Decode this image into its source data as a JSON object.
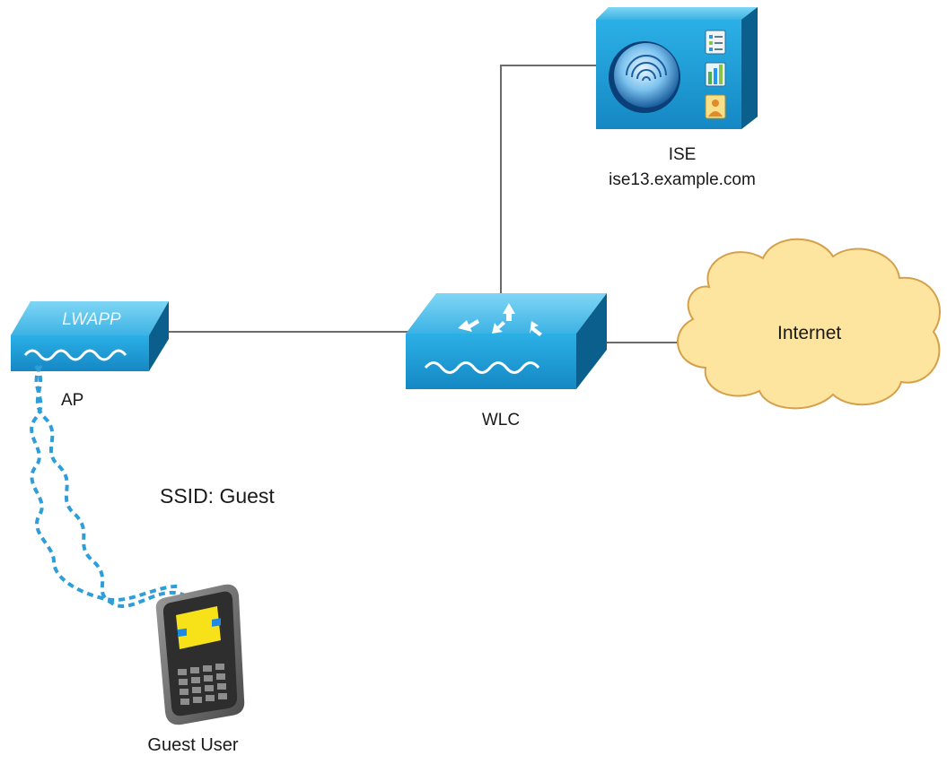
{
  "ise": {
    "name": "ISE",
    "hostname": "ise13.example.com"
  },
  "ap": {
    "label": "AP",
    "badge": "LWAPP"
  },
  "wlc": {
    "label": "WLC"
  },
  "internet": {
    "label": "Internet"
  },
  "ssid": {
    "label": "SSID: Guest"
  },
  "client": {
    "label": "Guest User"
  },
  "colors": {
    "device_blue": "#1fa0d8",
    "device_top": "#5cc6ef",
    "device_side": "#0e74a8",
    "cloud_fill": "#fde5a0",
    "cloud_stroke": "#d4a04a",
    "link": "#666666",
    "phone_screen": "#f7e21a"
  },
  "icons": {
    "ise": "ise-server-icon",
    "ap": "access-point-icon",
    "wlc": "wireless-controller-icon",
    "internet": "cloud-icon",
    "client": "smartphone-icon",
    "wireless": "wireless-signal-icon"
  }
}
